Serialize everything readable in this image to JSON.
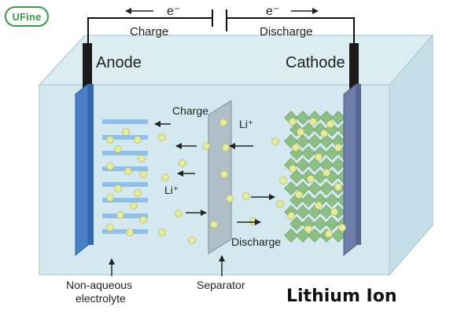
{
  "logo": {
    "text": "UFine"
  },
  "circuit": {
    "electron_left": "e⁻",
    "electron_right": "e⁻",
    "charge_label": "Charge",
    "discharge_label": "Discharge"
  },
  "electrodes": {
    "anode_label": "Anode",
    "cathode_label": "Cathode"
  },
  "cell": {
    "charge_label": "Charge",
    "discharge_label": "Discharge",
    "ion_label_top": "Li⁺",
    "ion_label_left": "Li⁺"
  },
  "callouts": {
    "electrolyte_line1": "Non-aqueous",
    "electrolyte_line2": "electrolyte",
    "separator": "Separator"
  },
  "title": "Lithium Ion",
  "colors": {
    "electrolyte": "#cfe7ee",
    "anode": "#4a7fc8",
    "anode_layers": "#8fc0ea",
    "cathode": "#6d7fa8",
    "cathode_crystal": "#8cbf84",
    "ion": "#e6ec9a",
    "separator": "#a9b6c0",
    "logo": "#3a9a4a"
  }
}
